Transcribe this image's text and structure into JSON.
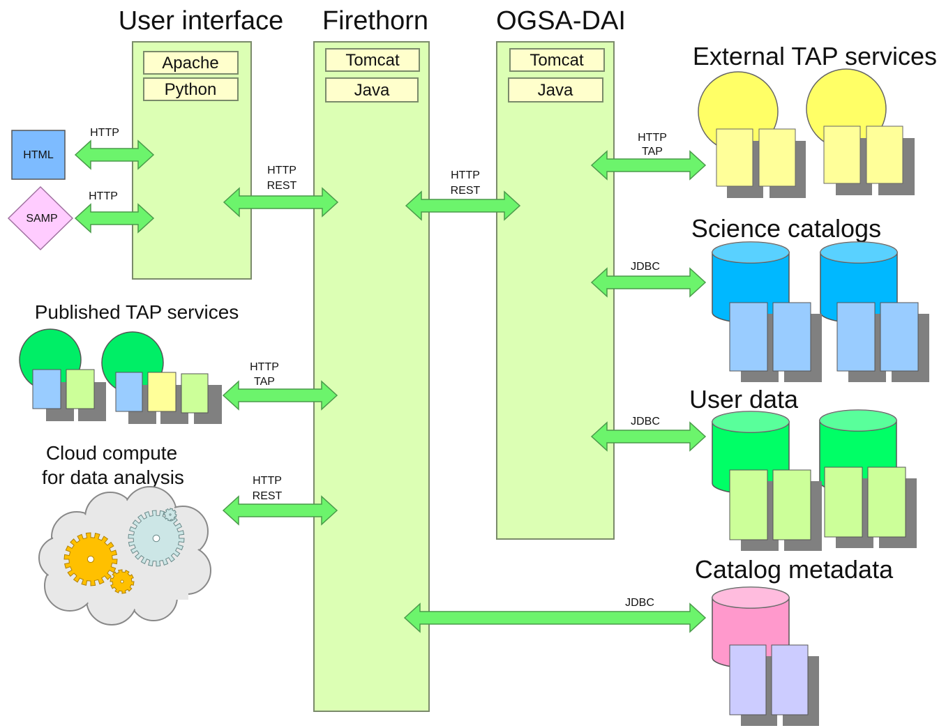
{
  "colors": {
    "container_fill": "#dcffb4",
    "container_stroke": "#7a8a6a",
    "tech_box_fill": "#ffffcc",
    "arrow_fill": "#6cf46c",
    "arrow_stroke": "#4a9a4a",
    "shadow": "#808080",
    "html_box": "#7dbbff",
    "samp_diamond": "#ffccff",
    "external_circle": "#ffff66",
    "external_doc": "#ffff99",
    "science_db": "#00b8ff",
    "science_doc": "#99ccff",
    "userdata_db": "#00ff66",
    "userdata_doc": "#ccff99",
    "metadata_db": "#ff99cc",
    "metadata_doc": "#ccccff",
    "published_circle": "#00ee66",
    "cloud_fill": "#e8e8e8",
    "gear_gold": "#ffc000",
    "gear_teal": "#cce6e6"
  },
  "columns": {
    "user_interface": {
      "title": "User interface",
      "items": [
        "Apache",
        "Python"
      ]
    },
    "firethorn": {
      "title": "Firethorn",
      "items": [
        "Tomcat",
        "Java"
      ]
    },
    "ogsa_dai": {
      "title": "OGSA-DAI",
      "items": [
        "Tomcat",
        "Java"
      ]
    }
  },
  "clients": {
    "html": "HTML",
    "samp": "SAMP",
    "html_protocol": "HTTP",
    "samp_protocol": "HTTP"
  },
  "links": {
    "ui_to_firethorn": [
      "HTTP",
      "REST"
    ],
    "firethorn_to_ogsa": [
      "HTTP",
      "REST"
    ],
    "published_tap": [
      "HTTP",
      "TAP"
    ],
    "cloud": [
      "HTTP",
      "REST"
    ],
    "external_tap": [
      "HTTP",
      "TAP"
    ],
    "science": "JDBC",
    "user_data": "JDBC",
    "metadata": "JDBC"
  },
  "left_groups": {
    "published": "Published TAP services",
    "cloud_line1": "Cloud compute",
    "cloud_line2": "for data analysis"
  },
  "right_groups": {
    "external": "External TAP services",
    "science": "Science catalogs",
    "user_data": "User data",
    "metadata": "Catalog metadata"
  }
}
